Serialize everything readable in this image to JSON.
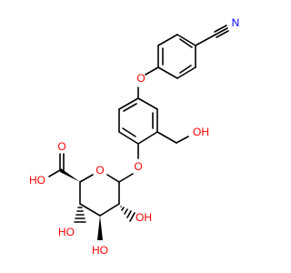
{
  "molecule": {
    "atoms": {
      "nitrile_n": "N",
      "ether_o": "O",
      "aryl_glycoside_o": "O",
      "ring_o": "O",
      "hydroxymethyl_oh": "OH",
      "carboxyl_oh": "HO",
      "carboxyl_o": "O",
      "c2_oh": "OH",
      "c3_oh": "HO",
      "c4_oh": "HO"
    },
    "colors": {
      "carbon": "#000000",
      "oxygen": "#ff0000",
      "nitrogen": "#0000ff",
      "background": "#ffffff"
    }
  }
}
